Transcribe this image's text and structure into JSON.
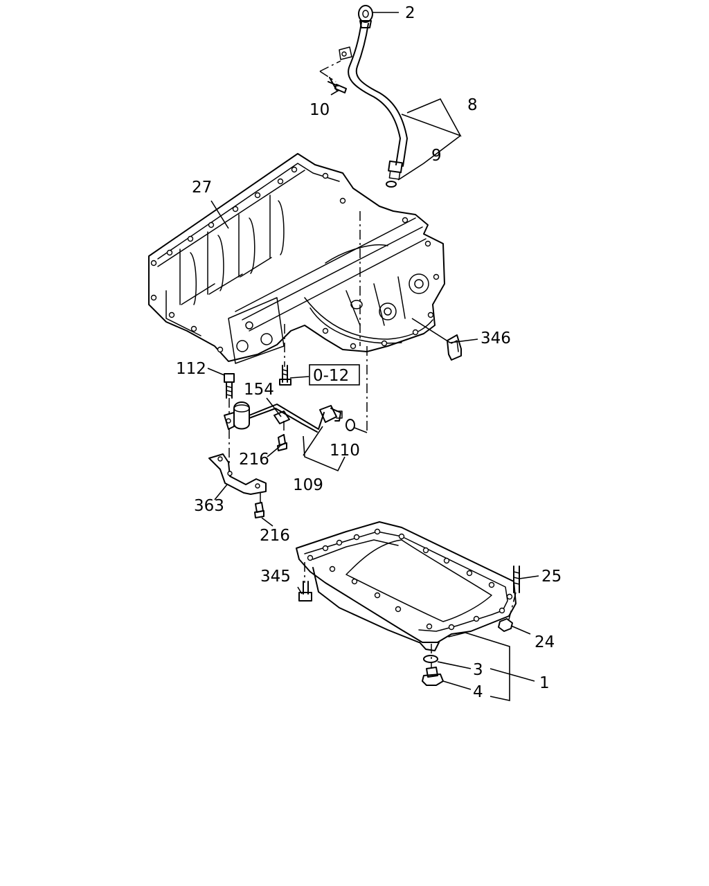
{
  "callouts": {
    "c2": "2",
    "c8": "8",
    "c9": "9",
    "c10": "10",
    "c27": "27",
    "c346": "346",
    "c112": "112",
    "c0_12": "0-12",
    "c154": "154",
    "c216a": "216",
    "c110": "110",
    "c109": "109",
    "c363": "363",
    "c216b": "216",
    "c345": "345",
    "c25": "25",
    "c24": "24",
    "c3": "3",
    "c1": "1",
    "c4": "4"
  },
  "colors": {
    "line": "#000000",
    "background": "#ffffff"
  }
}
